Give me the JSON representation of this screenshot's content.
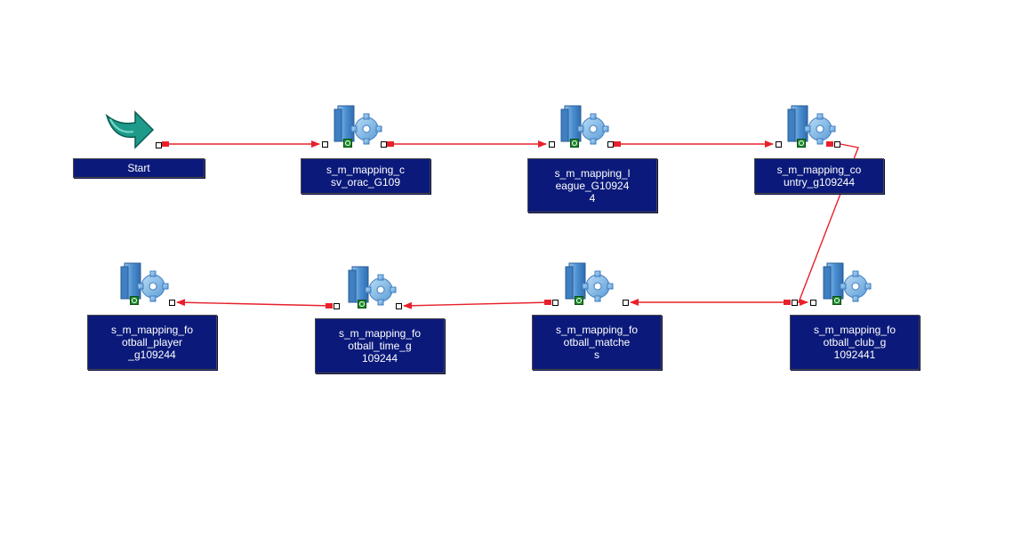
{
  "workflow": {
    "start": {
      "label": "Start",
      "icon": "start-arrow-icon"
    },
    "sessions": [
      {
        "label": "s_m_mapping_c\nsv_orac_G109",
        "icon": "session-icon"
      },
      {
        "label": "s_m_mapping_l\neague_G10924\n4",
        "icon": "session-icon"
      },
      {
        "label": "s_m_mapping_co\nuntry_g109244",
        "icon": "session-icon"
      },
      {
        "label": "s_m_mapping_fo\notball_club_g\n1092441",
        "icon": "session-icon"
      },
      {
        "label": "s_m_mapping_fo\notball_matche\ns",
        "icon": "session-icon"
      },
      {
        "label": "s_m_mapping_fo\notball_time_g\n109244",
        "icon": "session-icon"
      },
      {
        "label": "s_m_mapping_fo\notball_player\n_g109244",
        "icon": "session-icon"
      }
    ],
    "links": [
      [
        "start",
        "s0"
      ],
      [
        "s0",
        "s1"
      ],
      [
        "s1",
        "s2"
      ],
      [
        "s2",
        "s3"
      ],
      [
        "s3",
        "s4"
      ],
      [
        "s4",
        "s5"
      ],
      [
        "s5",
        "s6"
      ]
    ]
  },
  "colors": {
    "label_bg": "#0b1a7a",
    "label_text": "#ffffff",
    "link": "#e8202a",
    "start_arrow": "#1d9a8a",
    "session_server": "#5b9bd5"
  }
}
